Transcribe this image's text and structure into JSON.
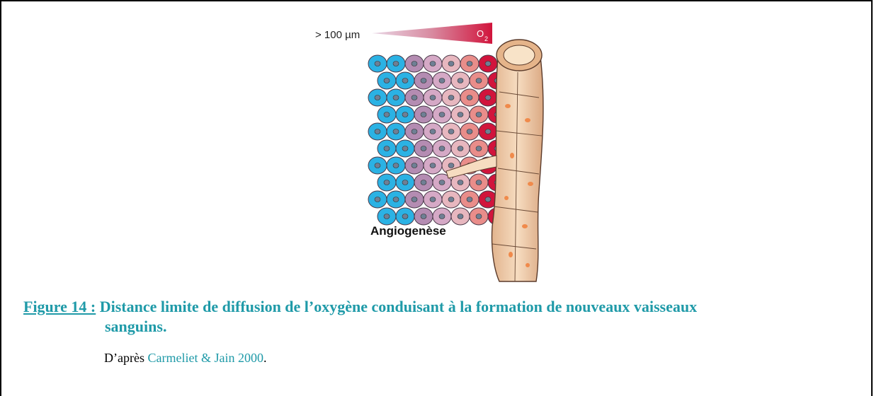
{
  "figure": {
    "scale_label": "> 100 µm",
    "oxygen_label": "O",
    "oxygen_subscript": "2",
    "illustration_label": "Angiogenèse"
  },
  "caption": {
    "figure_number": "Figure 14 :",
    "text_line1": "Distance limite de diffusion de l’oxygène conduisant à la formation de nouveaux vaisseaux",
    "text_line2": "sanguins."
  },
  "source": {
    "prefix": "D’après ",
    "reference": "Carmeliet & Jain 2000",
    "suffix": "."
  },
  "colors": {
    "accent": "#1f9aa8",
    "hypoxic_cell": "#2bb2e4",
    "oxygenated_cell": "#d1143c",
    "vessel": "#f3d2b0"
  }
}
